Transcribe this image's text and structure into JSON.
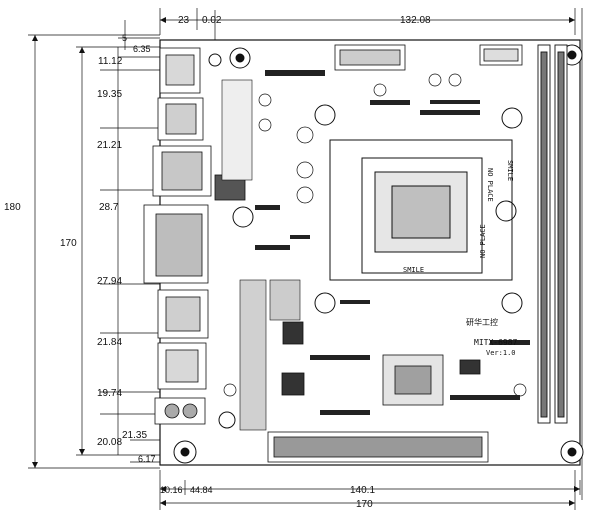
{
  "drawing": {
    "top_dimensions": {
      "d23": "23",
      "d0_02": "0.02",
      "d132_08": "132.08"
    },
    "top_small": {
      "d5": "5",
      "d6_35": "6.35",
      "d11_12": "11.12"
    },
    "left_dimensions": [
      "19.35",
      "21.21",
      "28.7",
      "27.94",
      "21.84",
      "19.74",
      "20.08"
    ],
    "left_small": {
      "d21_35": "21.35",
      "d6_17": "6.17"
    },
    "overall": {
      "height_outer": "180",
      "height_inner": "170",
      "width_outer": "170",
      "width_inner": "140.1"
    },
    "bottom_small": {
      "d10_16": "10.16",
      "d44_84": "44.84"
    },
    "board_labels": {
      "model": "MITX-6987",
      "version": "Ver:1.0",
      "no_place_1": "NO PLACE",
      "no_place_2": "NO PLACE",
      "smile_1": "SMILE",
      "smile_2": "SMILE",
      "logo": "研华工控"
    }
  },
  "colors": {
    "board_line": "#111111",
    "background": "#ffffff",
    "accent_fill": "#1a1a1a"
  }
}
